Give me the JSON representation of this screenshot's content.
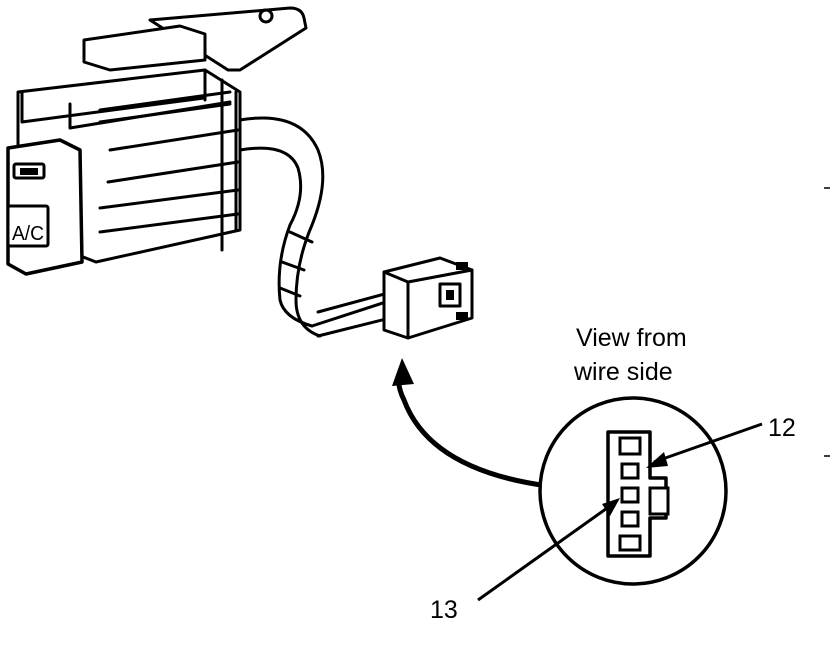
{
  "switch": {
    "button_text": "A/C"
  },
  "callout": {
    "view_label_line1": "View from",
    "view_label_line2": "wire side"
  },
  "pins": [
    {
      "label": "12"
    },
    {
      "label": "13"
    }
  ]
}
